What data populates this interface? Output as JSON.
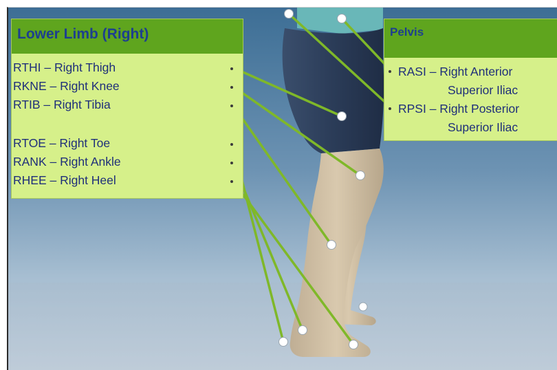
{
  "lower_limb": {
    "title": "Lower Limb (Right)",
    "rows": [
      "RTHI – Right Thigh",
      "RKNE – Right Knee",
      "RTIB – Right Tibia",
      "RTOE – Right Toe",
      "RANK – Right Ankle",
      "RHEE – Right Heel"
    ]
  },
  "pelvis": {
    "title": "Pelvis",
    "rows": [
      "RASI – Right Anterior",
      "Superior Iliac",
      "RPSI – Right Posterior",
      "Superior Iliac"
    ]
  },
  "colors": {
    "panel_header": "#5fa51e",
    "panel_body": "#d6f08a",
    "title_text": "#1d3f8f",
    "label_text": "#1f2f7a",
    "leader_line": "#7fb829",
    "marker": "#ffffff"
  }
}
